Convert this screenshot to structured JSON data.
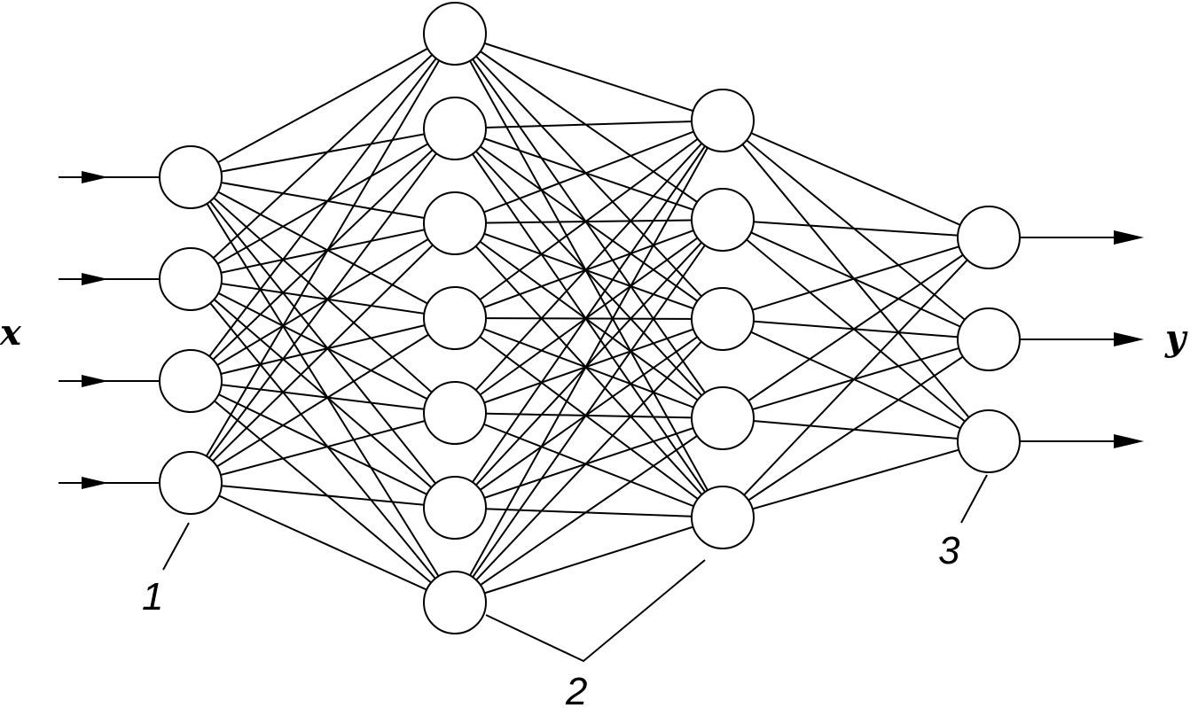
{
  "labels": {
    "input": "x",
    "output": "y",
    "input_layer": "1",
    "hidden_layers": "2",
    "output_layer": "3"
  },
  "network": {
    "layers": [
      {
        "role": "input",
        "nodes": 4
      },
      {
        "role": "hidden",
        "nodes": 7
      },
      {
        "role": "hidden",
        "nodes": 5
      },
      {
        "role": "output",
        "nodes": 3
      }
    ],
    "connectivity": "fully-connected"
  }
}
